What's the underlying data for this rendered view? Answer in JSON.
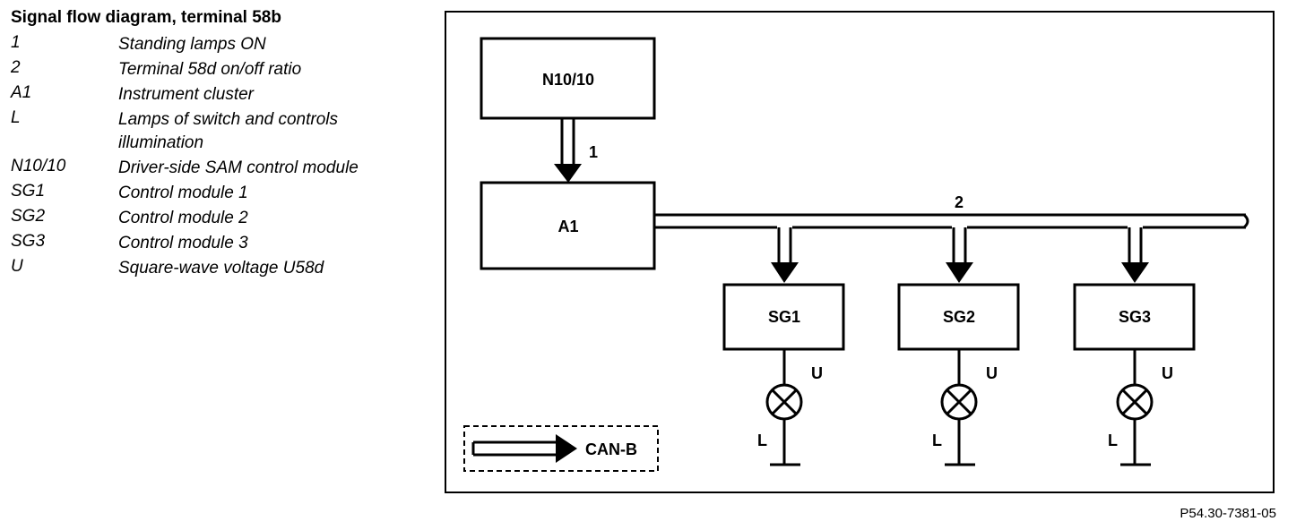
{
  "legend": {
    "title": "Signal flow diagram, terminal 58b",
    "items": [
      {
        "key": "1",
        "text": "Standing lamps ON"
      },
      {
        "key": "2",
        "text": "Terminal 58d on/off ratio"
      },
      {
        "key": "A1",
        "text": "Instrument cluster"
      },
      {
        "key": "L",
        "text": "Lamps of switch and controls illumination"
      },
      {
        "key": "N10/10",
        "text": "Driver-side SAM control module"
      },
      {
        "key": "SG1",
        "text": "Control module 1"
      },
      {
        "key": "SG2",
        "text": "Control module 2"
      },
      {
        "key": "SG3",
        "text": "Control module 3"
      },
      {
        "key": "U",
        "text": "Square-wave voltage U58d"
      }
    ]
  },
  "diagram": {
    "n10": "N10/10",
    "a1": "A1",
    "signal_1": "1",
    "signal_2": "2",
    "sg1": "SG1",
    "sg2": "SG2",
    "sg3": "SG3",
    "u": "U",
    "l": "L",
    "can_label": "CAN-B"
  },
  "figure_id": "P54.30-7381-05"
}
